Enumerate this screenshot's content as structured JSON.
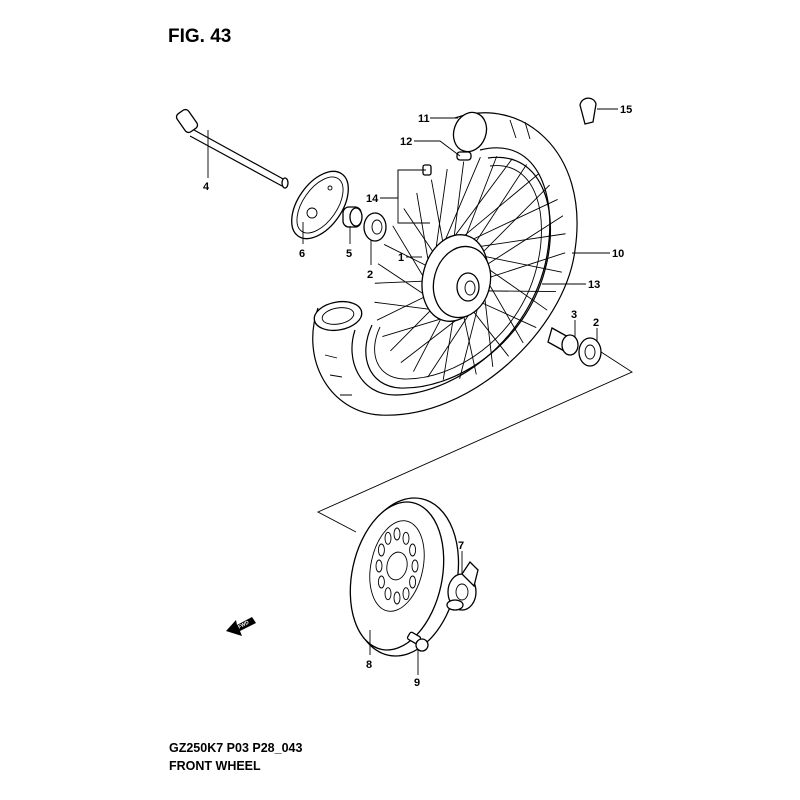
{
  "figure": {
    "title": "FIG. 43",
    "code": "GZ250K7 P03 P28_043",
    "name": "FRONT WHEEL",
    "fwd_label": "FWD"
  },
  "callouts": [
    {
      "id": "c11",
      "num": "11"
    },
    {
      "id": "c12",
      "num": "12"
    },
    {
      "id": "c14",
      "num": "14"
    },
    {
      "id": "c1",
      "num": "1"
    },
    {
      "id": "c10",
      "num": "10"
    },
    {
      "id": "c13",
      "num": "13"
    },
    {
      "id": "c15",
      "num": "15"
    },
    {
      "id": "c4",
      "num": "4"
    },
    {
      "id": "c6",
      "num": "6"
    },
    {
      "id": "c5",
      "num": "5"
    },
    {
      "id": "c2a",
      "num": "2"
    },
    {
      "id": "c3",
      "num": "3"
    },
    {
      "id": "c2b",
      "num": "2"
    },
    {
      "id": "c7",
      "num": "7"
    },
    {
      "id": "c8",
      "num": "8"
    },
    {
      "id": "c9",
      "num": "9"
    }
  ]
}
